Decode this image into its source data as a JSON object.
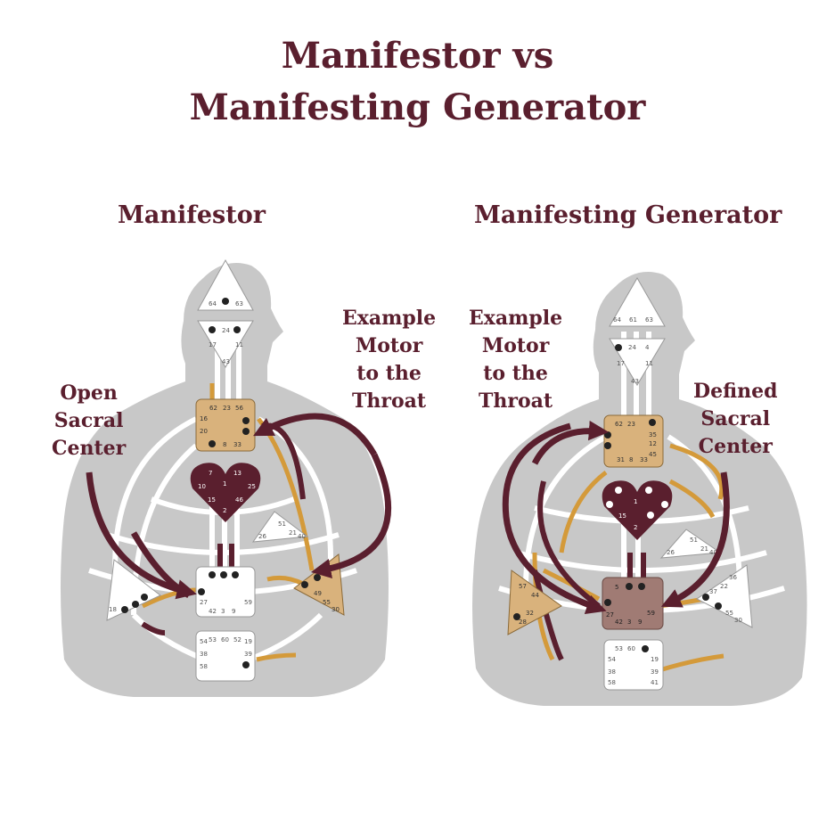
{
  "title": {
    "line1": "Manifestor vs",
    "line2": "Manifesting Generator"
  },
  "left": {
    "heading": "Manifestor",
    "annotation_open_sacral": "Open\nSacral\nCenter",
    "annotation_motor": "Example\nMotor\nto the\nThroat"
  },
  "right": {
    "heading": "Manifesting Generator",
    "annotation_motor": "Example\nMotor\nto the\nThroat",
    "annotation_defined_sacral": "Defined\nSacral\nCenter"
  },
  "colors": {
    "title": "#5a1f2e",
    "body": "#c8c8c8",
    "defined_tan": "#d9b27c",
    "heart": "#5a1f2e",
    "sacral_defined": "#a07b74",
    "arrow": "#5a1f2e",
    "channel_gold": "#d49a3a"
  }
}
